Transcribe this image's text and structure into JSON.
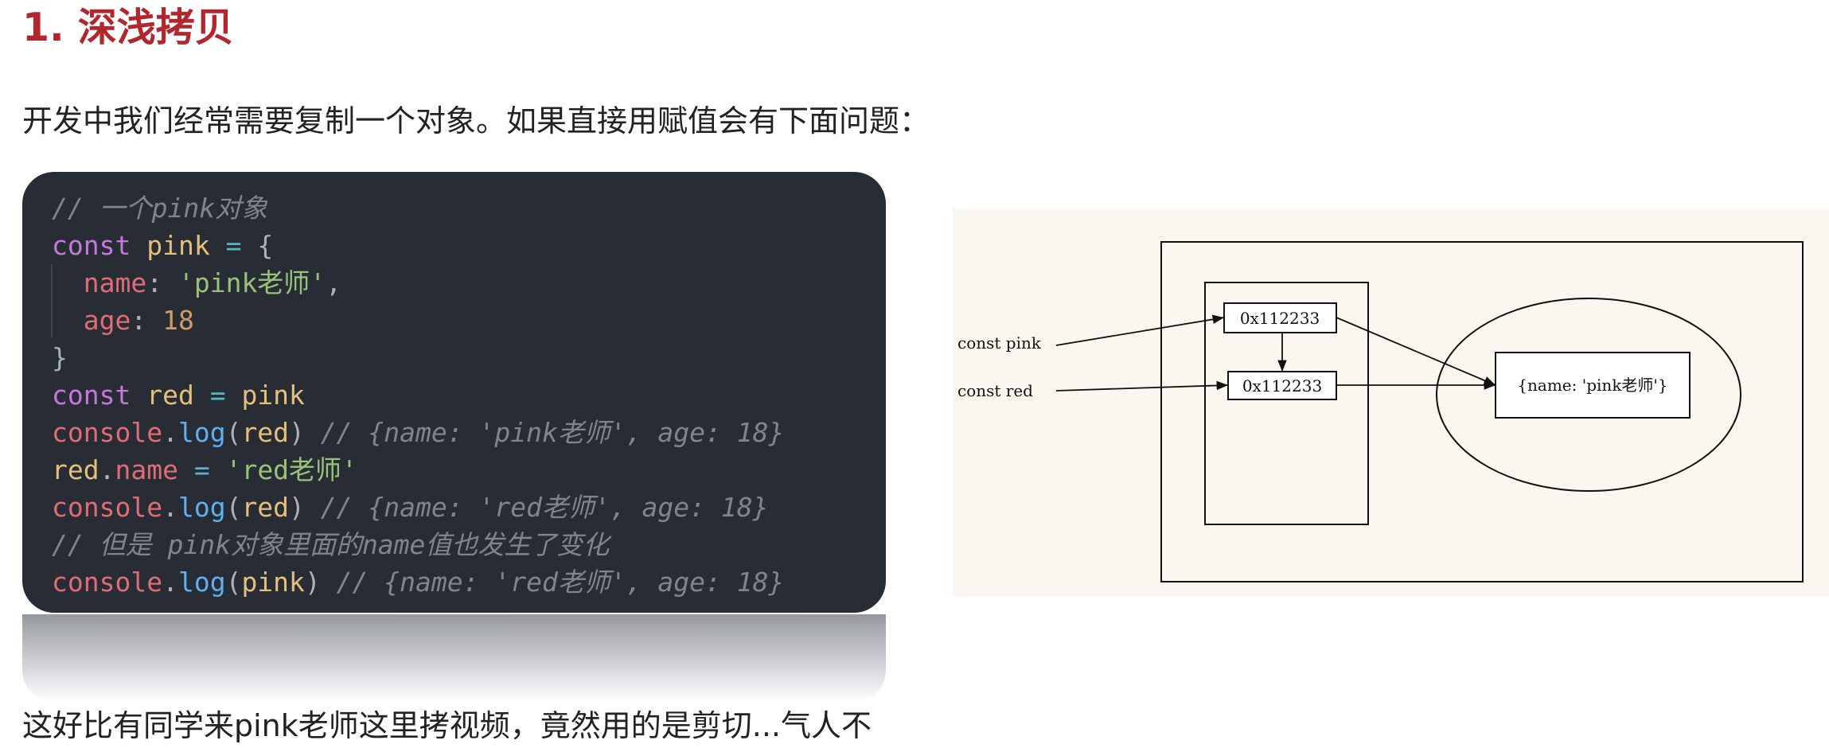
{
  "heading": "1. 深浅拷贝",
  "intro": "开发中我们经常需要复制一个对象。如果直接用赋值会有下面问题：",
  "code": [
    [
      {
        "t": "// 一个pink对象",
        "c": "comment"
      }
    ],
    [
      {
        "t": "const ",
        "c": "kw"
      },
      {
        "t": "pink",
        "c": "var"
      },
      {
        "t": " = ",
        "c": "op"
      },
      {
        "t": "{",
        "c": "punc"
      }
    ],
    [
      {
        "t": "  name",
        "c": "prop"
      },
      {
        "t": ": ",
        "c": "punc"
      },
      {
        "t": "'pink老师'",
        "c": "str"
      },
      {
        "t": ",",
        "c": "punc"
      }
    ],
    [
      {
        "t": "  age",
        "c": "prop"
      },
      {
        "t": ": ",
        "c": "punc"
      },
      {
        "t": "18",
        "c": "num"
      }
    ],
    [
      {
        "t": "}",
        "c": "punc"
      }
    ],
    [
      {
        "t": "const ",
        "c": "kw"
      },
      {
        "t": "red",
        "c": "var"
      },
      {
        "t": " = ",
        "c": "op"
      },
      {
        "t": "pink",
        "c": "var"
      }
    ],
    [
      {
        "t": "console",
        "c": "prop"
      },
      {
        "t": ".",
        "c": "punc"
      },
      {
        "t": "log",
        "c": "fn"
      },
      {
        "t": "(",
        "c": "punc"
      },
      {
        "t": "red",
        "c": "var"
      },
      {
        "t": ") ",
        "c": "punc"
      },
      {
        "t": "// {name: 'pink老师', age: 18}",
        "c": "comment"
      }
    ],
    [
      {
        "t": "red",
        "c": "var"
      },
      {
        "t": ".",
        "c": "punc"
      },
      {
        "t": "name",
        "c": "prop"
      },
      {
        "t": " = ",
        "c": "op"
      },
      {
        "t": "'red老师'",
        "c": "str"
      }
    ],
    [
      {
        "t": "console",
        "c": "prop"
      },
      {
        "t": ".",
        "c": "punc"
      },
      {
        "t": "log",
        "c": "fn"
      },
      {
        "t": "(",
        "c": "punc"
      },
      {
        "t": "red",
        "c": "var"
      },
      {
        "t": ") ",
        "c": "punc"
      },
      {
        "t": "// {name: 'red老师', age: 18}",
        "c": "comment"
      }
    ],
    [
      {
        "t": "// 但是 pink对象里面的name值也发生了变化",
        "c": "comment"
      }
    ],
    [
      {
        "t": "console",
        "c": "prop"
      },
      {
        "t": ".",
        "c": "punc"
      },
      {
        "t": "log",
        "c": "fn"
      },
      {
        "t": "(",
        "c": "punc"
      },
      {
        "t": "pink",
        "c": "var"
      },
      {
        "t": ") ",
        "c": "punc"
      },
      {
        "t": "// {name: 'red老师', age: 18}",
        "c": "comment"
      }
    ]
  ],
  "diagram": {
    "label_pink": "const pink",
    "label_red": "const red",
    "address_pink": "0x112233",
    "address_red": "0x112233",
    "object_text": "{name: 'pink老师'}"
  },
  "outro": "这好比有同学来pink老师这里拷视频，竟然用的是剪切...气人不",
  "colors": {
    "heading": "#b2262e",
    "code_bg": "#282c34",
    "diagram_bg": "#f9f7f0"
  }
}
